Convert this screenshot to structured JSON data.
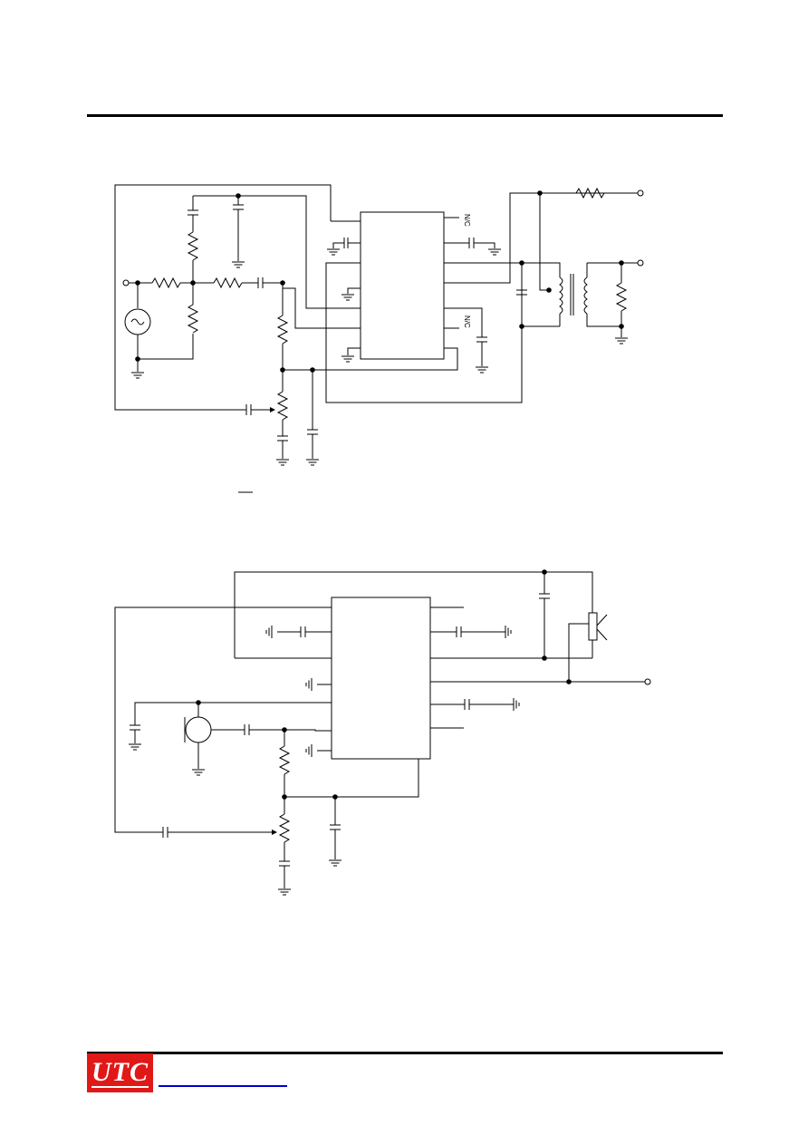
{
  "figure1": {
    "ic_pins_right": [
      "N/C",
      "N/C"
    ]
  },
  "footer": {
    "logo_text": "UTC"
  },
  "colors": {
    "logo_background": "#e01818",
    "link_underline": "#0000cc"
  }
}
